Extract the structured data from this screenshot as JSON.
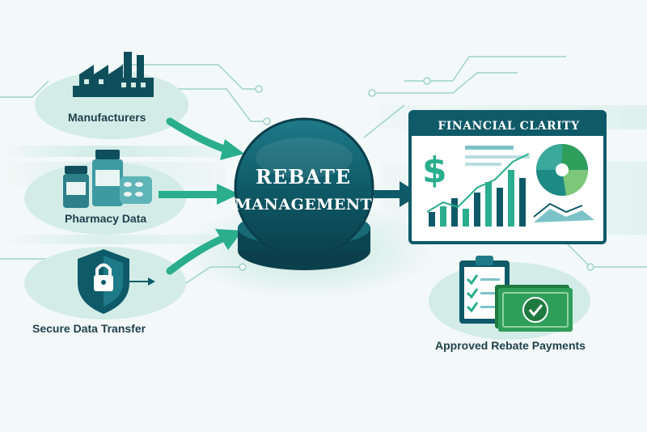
{
  "nodes": {
    "manufacturers": {
      "label": "Manufacturers",
      "icon": "factory-icon"
    },
    "pharmacy_data": {
      "label": "Pharmacy Data",
      "icon": "medicine-bottles-icon"
    },
    "secure_data_transfer": {
      "label": "Secure Data Transfer",
      "icon": "shield-lock-icon"
    },
    "approved_rebate_payments": {
      "label": "Approved Rebate Payments",
      "icon": "checklist-cash-icon"
    }
  },
  "hub": {
    "line1": "REBATE",
    "line2": "MANAGEMENT"
  },
  "dashboard": {
    "title": "FINANCIAL CLARITY",
    "currency_symbol": "$"
  },
  "colors": {
    "primary": "#0f5a68",
    "dark": "#0b4552",
    "accent": "#2aae8e",
    "light_teal": "#cfeae5",
    "money_green": "#2f9e5b",
    "background": "#f3f9f8"
  }
}
